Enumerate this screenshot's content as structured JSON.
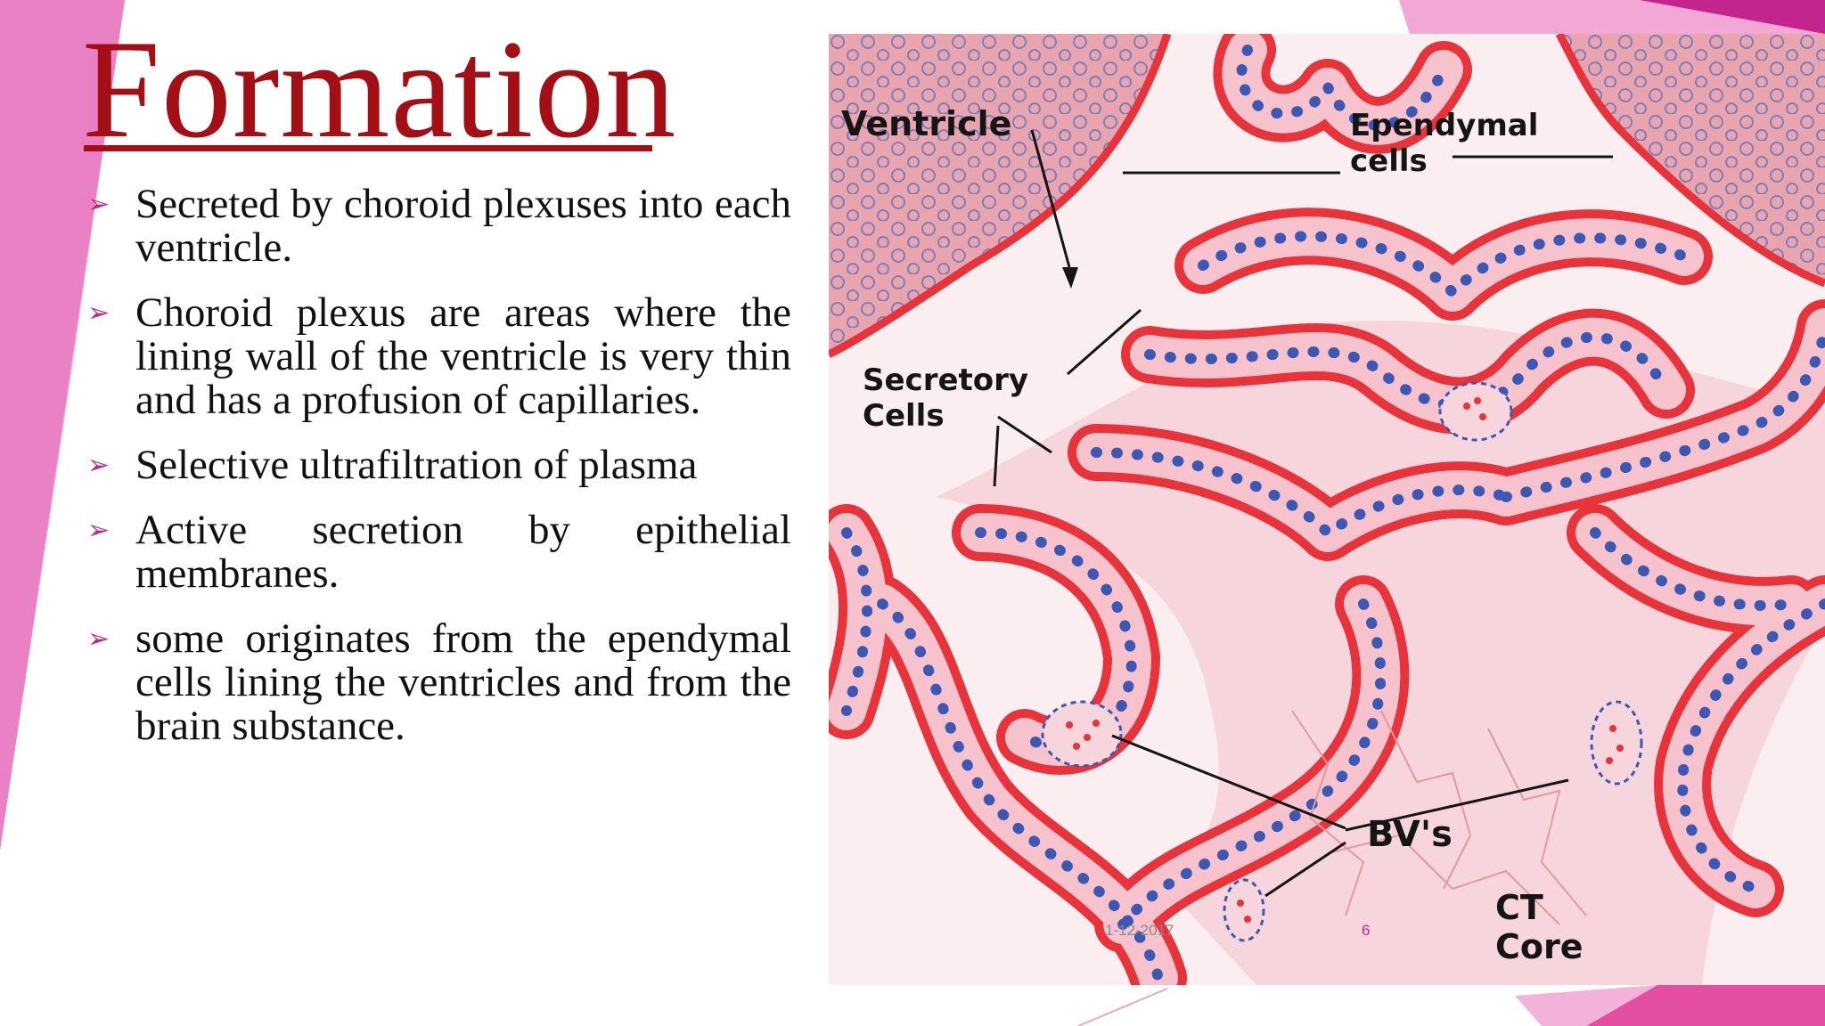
{
  "slide": {
    "title": "Formation",
    "bullets": [
      {
        "text": "Secreted by choroid plexuses into each ventricle."
      },
      {
        "text": "Choroid plexus are areas where the lining wall of the ventricle is very thin and has a profusion of capillaries."
      },
      {
        "text": "Selective ultrafiltration of plasma"
      },
      {
        "text": "Active secretion by epithelial membranes."
      },
      {
        "text": "some originates from the ependymal cells lining the ventricles and from the brain substance."
      }
    ],
    "bullet_icon": "arrow-bullet-icon"
  },
  "figure": {
    "labels": {
      "ventricle": "Ventricle",
      "ependymal_1": "Ependymal",
      "ependymal_2": "cells",
      "secretory_1": "Secretory",
      "secretory_2": "Cells",
      "bvs": "BV's",
      "ct_1": "CT",
      "ct_2": "Core"
    }
  },
  "footer": {
    "date": "1-12-2017",
    "page_number": "6"
  },
  "colors": {
    "title": "#a30f14",
    "accent_pink": "#e67bbf",
    "accent_magenta": "#c0268a",
    "tissue_red": "#e8333b",
    "tissue_pink": "#f5c8d0",
    "nucleus_blue": "#3d57b5"
  }
}
